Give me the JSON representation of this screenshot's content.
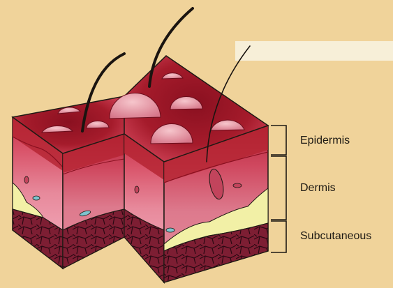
{
  "labels": {
    "epidermis": "Epidermis",
    "dermis": "Dermis",
    "subcutaneous": "Subcutaneous"
  },
  "colors": {
    "background": "#f0d39a",
    "epidermis_surface": "#b3222f",
    "blister": "#e8a0a8",
    "dermis": "#e48a9c",
    "subcutaneous": "#7d1e33",
    "fat": "#f2f0a6",
    "outline": "#1e1a14"
  }
}
